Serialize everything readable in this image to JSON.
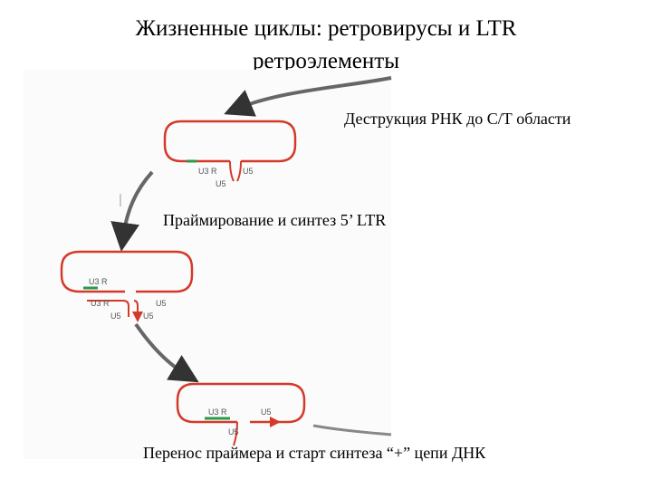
{
  "slide": {
    "title_line1": "Жизненные циклы: ретровирусы и LTR",
    "title_line2": "ретроэлементы"
  },
  "steps": [
    {
      "label": "Деструкция РНК до С/Т области"
    },
    {
      "label": "Праймирование и синтез 5’ LTR"
    },
    {
      "label": "Перенос праймера и старт синтеза “+” цепи ДНК"
    }
  ],
  "figure": {
    "region_labels": {
      "u3r": "U3 R",
      "u5": "U5"
    },
    "colors": {
      "rna_loop": "#d43a2a",
      "primer": "#2a9a4a",
      "arrow": "#555555",
      "panel": "#fbfbfb"
    }
  }
}
